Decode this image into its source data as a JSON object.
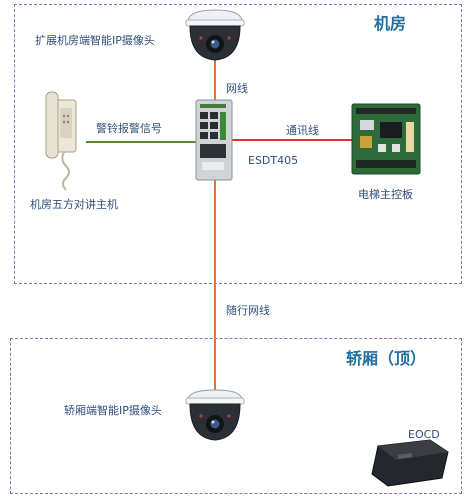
{
  "zones": {
    "machine_room": {
      "title": "机房"
    },
    "car": {
      "title": "轿厢（顶）"
    }
  },
  "devices": {
    "camera_room": {
      "label": "扩展机房端智能IP摄像头"
    },
    "intercom": {
      "label": "机房五方对讲主机"
    },
    "gateway": {
      "label": "ESDT405"
    },
    "board": {
      "label": "电梯主控板"
    },
    "camera_car": {
      "label": "轿厢端智能IP摄像头"
    },
    "eocd": {
      "label": "EOCD"
    }
  },
  "links": {
    "network": {
      "label": "网线",
      "color": "#e07a2a"
    },
    "alarm_signal": {
      "label": "警铃报警信号",
      "color": "#5b8a2e"
    },
    "comm": {
      "label": "通讯线",
      "color": "#e03030"
    },
    "traveling_cable": {
      "label": "随行网线",
      "color": "#e07a2a"
    }
  }
}
